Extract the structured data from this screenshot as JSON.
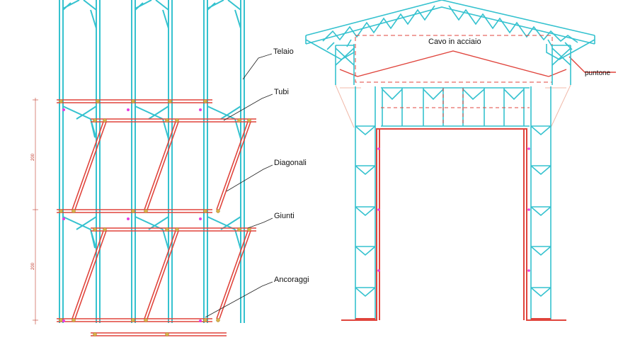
{
  "labels": {
    "telaio": "Telaio",
    "tubi": "Tubi",
    "diagonali": "Diagonali",
    "giunti": "Giunti",
    "ancoraggi": "Ancoraggi",
    "cavo": "Cavo in acciaio",
    "puntone": "puntone"
  },
  "dimensions": {
    "upper": "200",
    "lower": "200"
  },
  "colors": {
    "frame": "#35c2cf",
    "tube": "#e0443c",
    "joint": "#d9b24a",
    "anchor": "#e83ce0",
    "leader": "#222222",
    "dimension": "#c0392b"
  }
}
